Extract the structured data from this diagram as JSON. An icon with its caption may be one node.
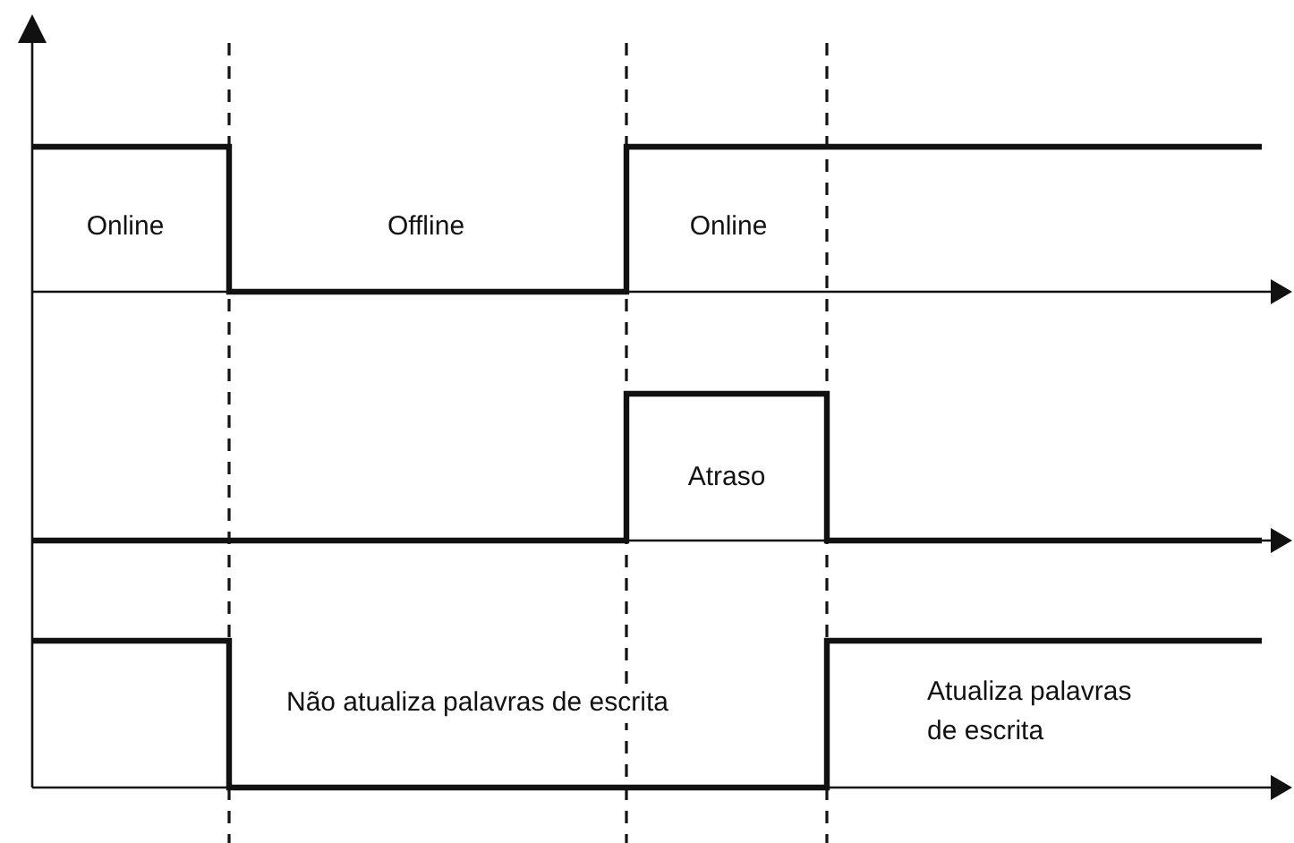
{
  "diagram": {
    "labels": [
      "Online",
      "Offline",
      "Online",
      "Atraso",
      "Não atualiza palavras de escrita",
      "Atualiza palavras de escrita"
    ]
  }
}
